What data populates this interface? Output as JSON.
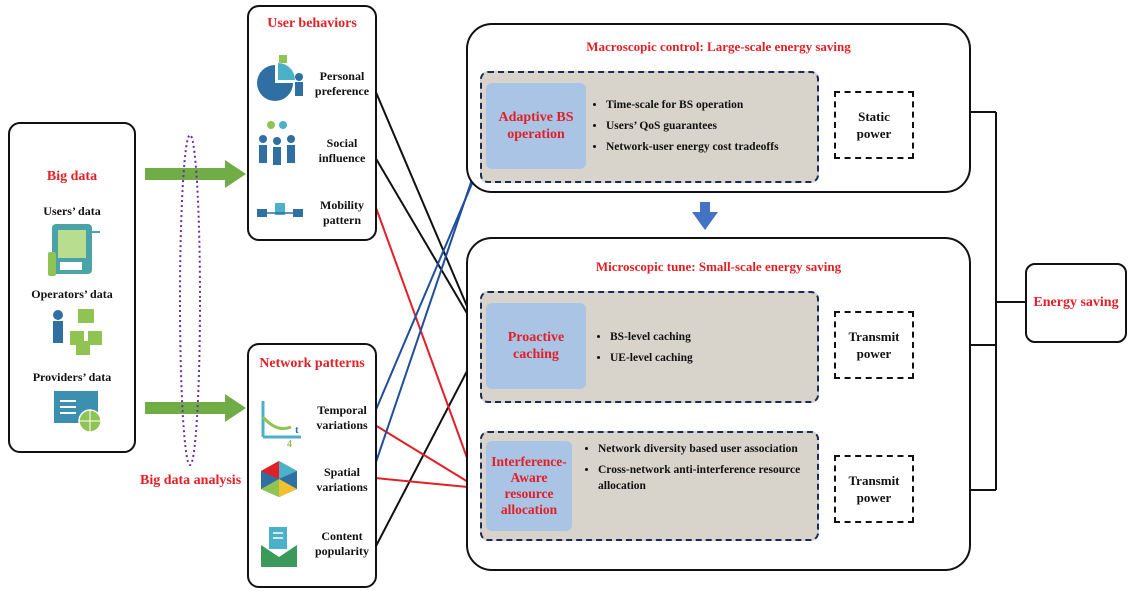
{
  "big_data": {
    "title": "Big data",
    "items": [
      "Users’ data",
      "Operators’ data",
      "Providers’ data"
    ]
  },
  "big_data_analysis": "Big data analysis",
  "user_behaviors": {
    "title": "User behaviors",
    "items": [
      {
        "label_line1": "Personal",
        "label_line2": "preference",
        "icon": "pie-chart-people-icon"
      },
      {
        "label_line1": "Social",
        "label_line2": "influence",
        "icon": "social-group-icon"
      },
      {
        "label_line1": "Mobility",
        "label_line2": "pattern",
        "icon": "mobility-devices-icon"
      }
    ]
  },
  "network_patterns": {
    "title": "Network patterns",
    "items": [
      {
        "label_line1": "Temporal",
        "label_line2": "variations",
        "icon": "time-axis-icon"
      },
      {
        "label_line1": "Spatial",
        "label_line2": "variations",
        "icon": "colored-hexagon-icon"
      },
      {
        "label_line1": "Content",
        "label_line2": "popularity",
        "icon": "envelope-doc-icon"
      }
    ]
  },
  "macro": {
    "title": "Macroscopic control: Large-scale energy saving",
    "block_title": "Adaptive BS operation",
    "bullets": [
      "Time-scale for BS operation",
      "Users’ QoS guarantees",
      "Network-user energy cost tradeoffs"
    ],
    "power": "Static power"
  },
  "micro": {
    "title": "Microscopic tune: Small-scale energy saving",
    "caching": {
      "block_title": "Proactive caching",
      "bullets": [
        "BS-level caching",
        "UE-level caching"
      ],
      "power": "Transmit power"
    },
    "interference": {
      "block_title": "Interference-Aware resource allocation",
      "bullets": [
        "Network diversity based user association",
        "Cross-network anti-interference resource allocation"
      ],
      "power": "Transmit power"
    }
  },
  "energy_saving": "Energy saving",
  "colors": {
    "accent_red": "#e31f26",
    "arrow_green": "#70ad47",
    "line_blue": "#1f4e9c",
    "block_blue": "#a9c4e4",
    "block_gray": "#d8d3cb"
  }
}
